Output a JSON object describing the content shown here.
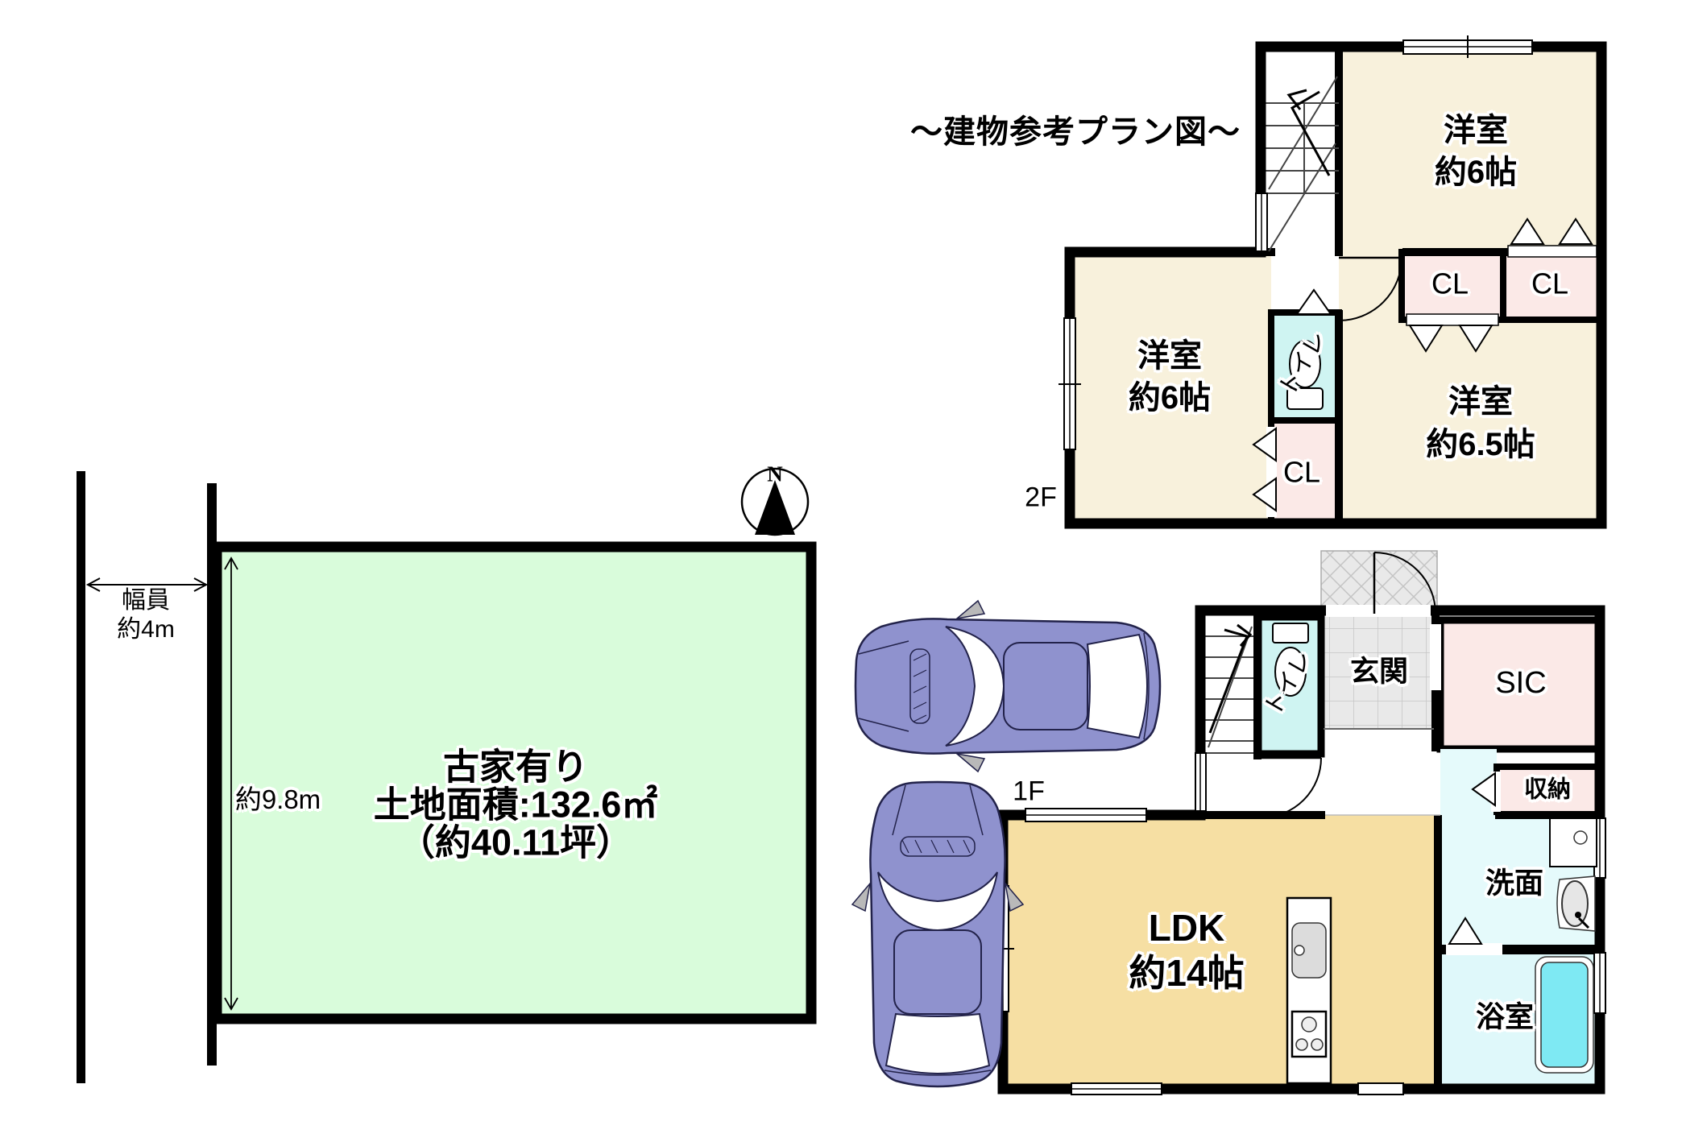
{
  "title": "～建物参考プラン図～",
  "compass": {
    "north": "N"
  },
  "floor_labels": {
    "first": "1F",
    "second": "2F"
  },
  "land": {
    "line1": "古家有り",
    "line2": "土地面積:132.6㎡",
    "line3": "（約40.11坪）",
    "road_width_label1": "幅員",
    "road_width_label2": "約4m",
    "depth_label": "約9.8m"
  },
  "second_floor": {
    "bedroom_top": {
      "name": "洋室",
      "size": "約6帖"
    },
    "bedroom_left": {
      "name": "洋室",
      "size": "約6帖"
    },
    "bedroom_right": {
      "name": "洋室",
      "size": "約6.5帖"
    },
    "closet_middle": "CL",
    "closet_left": "CL",
    "closet_right": "CL",
    "toilet": "トイレ"
  },
  "first_floor": {
    "ldk": {
      "name": "LDK",
      "size": "約14帖"
    },
    "entrance": "玄関",
    "shoe_closet": "SIC",
    "storage": "収納",
    "toilet": "トイレ",
    "washroom": "洗面",
    "bathroom": "浴室"
  },
  "colors": {
    "room-cream": "#F8F1DC",
    "room-tan": "#F6DFA3",
    "room-pink": "#FBE9E7",
    "room-cyan": "#CFF4F2",
    "room-paleblue": "#E5FAFB",
    "bath-blue": "#DFF8FA",
    "tub-cyan": "#7EE9F3",
    "plot-green": "#D9FCDB",
    "tile-gray": "#E9E9E9",
    "car-purple": "#8F92CE",
    "wall-black": "#000000"
  }
}
